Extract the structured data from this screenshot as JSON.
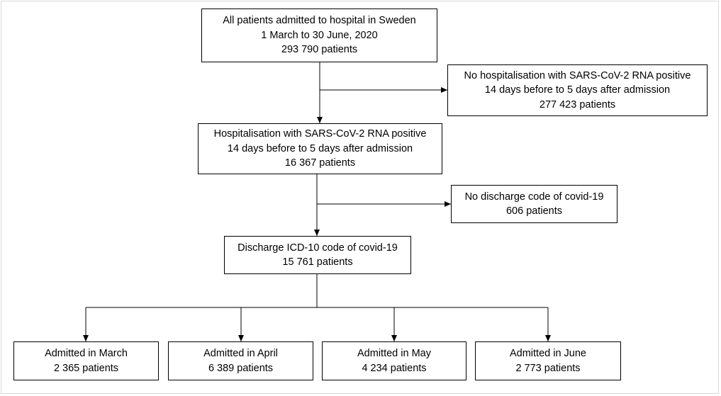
{
  "diagram": {
    "colors": {
      "line": "#000000",
      "text": "#000000",
      "background": "#ffffff"
    },
    "nodes": {
      "all_patients": {
        "lines": [
          "All patients admitted to hospital in Sweden",
          "1 March to 30 June, 2020",
          "293 790 patients"
        ]
      },
      "no_positive": {
        "lines": [
          "No hospitalisation with SARS-CoV-2 RNA positive",
          "14 days before to 5 days after admission",
          "277 423 patients"
        ]
      },
      "positive": {
        "lines": [
          "Hospitalisation with SARS-CoV-2 RNA positive",
          "14 days before to 5 days after admission",
          "16 367 patients"
        ]
      },
      "no_discharge_code": {
        "lines": [
          "No discharge code of covid-19",
          "606 patients"
        ]
      },
      "discharge_code": {
        "lines": [
          "Discharge ICD-10 code of covid-19",
          "15 761 patients"
        ]
      },
      "march": {
        "lines": [
          "Admitted in March",
          "2 365 patients"
        ]
      },
      "april": {
        "lines": [
          "Admitted in April",
          "6 389 patients"
        ]
      },
      "may": {
        "lines": [
          "Admitted in May",
          "4 234 patients"
        ]
      },
      "june": {
        "lines": [
          "Admitted in June",
          "2 773 patients"
        ]
      }
    }
  }
}
